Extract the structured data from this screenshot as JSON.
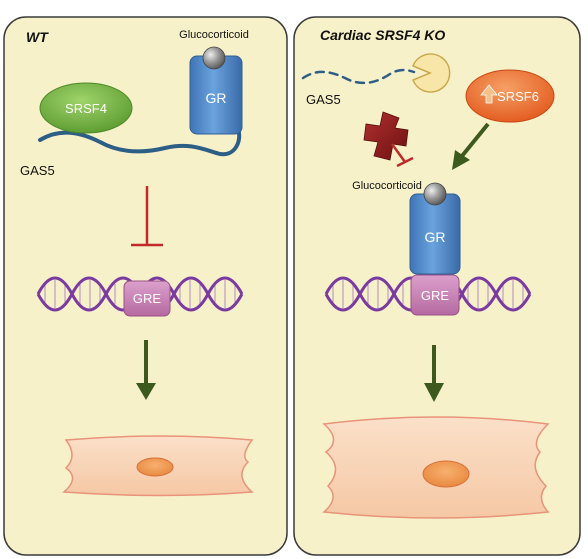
{
  "wt_panel": {
    "title": "WT",
    "ligand_label": "Glucocorticoid",
    "receptor_label": "GR",
    "splicing_factor_label": "SRSF4",
    "rna_label": "GAS5",
    "response_element_label": "GRE"
  },
  "ko_panel": {
    "title": "Cardiac SRSF4 KO",
    "rna_label": "GAS5",
    "upregulated_factor_label": "SRSF6",
    "ligand_label": "Glucocorticoid",
    "receptor_label": "GR",
    "response_element_label": "GRE"
  },
  "colors": {
    "panel_fill": "#f7f1c9",
    "panel_border": "#3a3a3a",
    "receptor_blue": "#4a86c8",
    "srsf4_green": "#6aaa3a",
    "srsf6_orange": "#ec6b2a",
    "rna_line": "#2d5f86",
    "inhibit_red": "#c02a2a",
    "cross_red": "#8b1a1a",
    "dna_purple": "#7a3aa0",
    "gre_pink": "#c77ab0",
    "arrow_green": "#3d5a1e",
    "cell_fill": "#f8d0b0",
    "nucleus_fill": "#f4a460"
  }
}
